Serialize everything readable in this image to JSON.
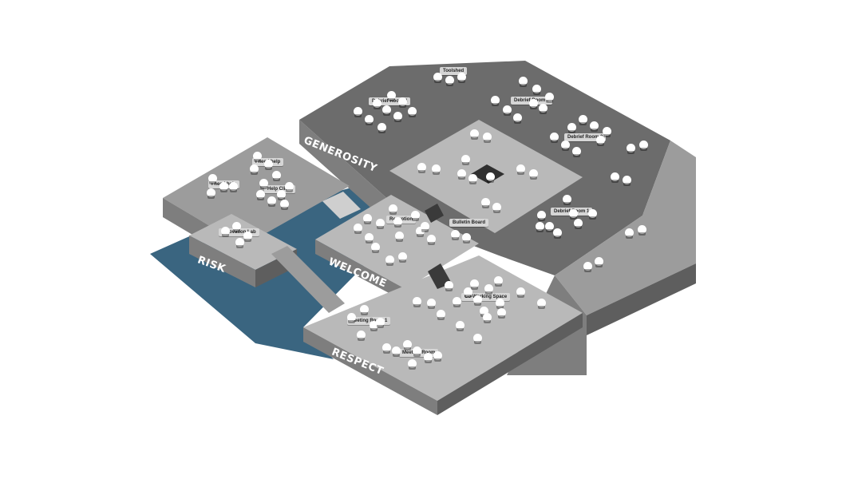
{
  "zones": {
    "generosity": "GENEROSITY",
    "risk": "RISK",
    "welcome": "WELCOME",
    "respect": "RESPECT"
  },
  "rooms": {
    "toolshed": "Toolshed",
    "debrief_room_4": "Debrief Room 4",
    "debrief_room_3": "Debrief Room 3",
    "debrief_room_2": "Debrief Room 2",
    "debrief_room_1": "Debrief Room 1",
    "i_need_help_1": "I need help",
    "i_need_help_2": "I need help",
    "help_clinic": "Help Clinic",
    "innovation_lab": "Innovation Lab",
    "reception": "Reception",
    "bulletin_board": "Bulletin Board",
    "co_working_space": "Co-Working Space",
    "meeting_room_1": "Meeting Room 1",
    "meeting_room": "Meeting Room"
  },
  "colors": {
    "water": "#3a6580",
    "floor_light": "#b9b9b9",
    "floor_mid": "#9c9c9c",
    "floor_dark": "#6c6c6c",
    "wall_dark": "#5e5e5e",
    "wall_mid": "#7e7e7e",
    "avatar": "#ffffff"
  },
  "icons": [
    "avatar-icon",
    "stairs-icon",
    "bridge-icon"
  ]
}
